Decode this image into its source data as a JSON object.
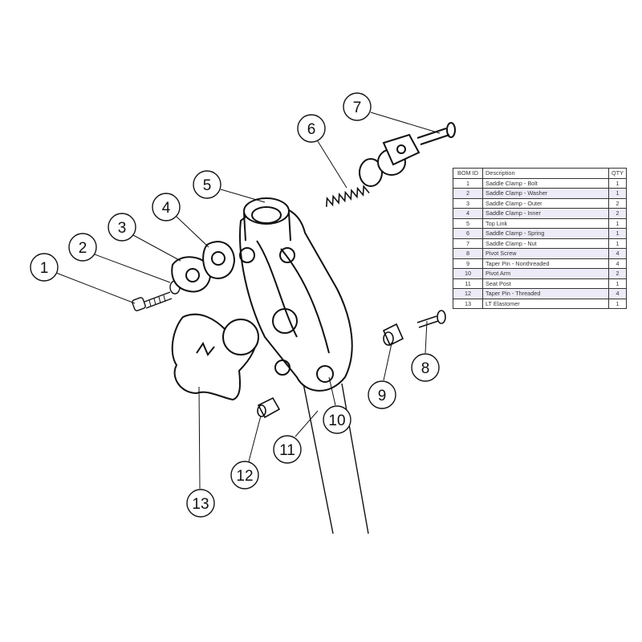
{
  "bom_table": {
    "headers": [
      "BOM ID",
      "Description",
      "QTY"
    ],
    "rows": [
      {
        "id": "1",
        "description": "Saddle Clamp - Bolt",
        "qty": "1"
      },
      {
        "id": "2",
        "description": "Saddle Clamp - Washer",
        "qty": "1"
      },
      {
        "id": "3",
        "description": "Saddle Clamp - Outer",
        "qty": "2"
      },
      {
        "id": "4",
        "description": "Saddle Clamp - Inner",
        "qty": "2"
      },
      {
        "id": "5",
        "description": "Top Link",
        "qty": "1"
      },
      {
        "id": "6",
        "description": "Saddle Clamp - Spring",
        "qty": "1"
      },
      {
        "id": "7",
        "description": "Saddle Clamp - Nut",
        "qty": "1"
      },
      {
        "id": "8",
        "description": "Pivot Screw",
        "qty": "4"
      },
      {
        "id": "9",
        "description": "Taper Pin - Nonthreaded",
        "qty": "4"
      },
      {
        "id": "10",
        "description": "Pivot Arm",
        "qty": "2"
      },
      {
        "id": "11",
        "description": "Seat Post",
        "qty": "1"
      },
      {
        "id": "12",
        "description": "Taper Pin - Threaded",
        "qty": "4"
      },
      {
        "id": "13",
        "description": "LT Elastomer",
        "qty": "1"
      }
    ],
    "alt_row_color": "#ecebf7"
  },
  "callouts": [
    "1",
    "2",
    "3",
    "4",
    "5",
    "6",
    "7",
    "8",
    "9",
    "10",
    "11",
    "12",
    "13"
  ]
}
